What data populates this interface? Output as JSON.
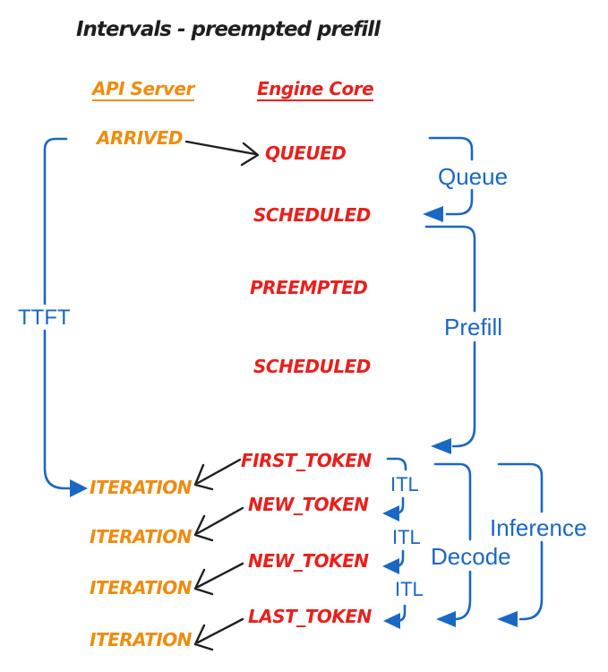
{
  "diagram": {
    "title": "Intervals - preempted prefill",
    "columns": {
      "api_server": "API Server",
      "engine_core": "Engine Core"
    },
    "api_events": {
      "arrived": "ARRIVED",
      "iterations": [
        "ITERATION",
        "ITERATION",
        "ITERATION",
        "ITERATION"
      ]
    },
    "engine_events": {
      "queued": "QUEUED",
      "scheduled_1": "SCHEDULED",
      "preempted": "PREEMPTED",
      "scheduled_2": "SCHEDULED",
      "first_token": "FIRST_TOKEN",
      "new_token_1": "NEW_TOKEN",
      "new_token_2": "NEW_TOKEN",
      "last_token": "LAST_TOKEN"
    },
    "intervals": {
      "ttft": "TTFT",
      "queue": "Queue",
      "prefill": "Prefill",
      "itl": [
        "ITL",
        "ITL",
        "ITL"
      ],
      "decode": "Decode",
      "inference": "Inference"
    }
  },
  "colors": {
    "c-orange": "#ef8c0d",
    "c-red": "#e8201c",
    "c-blue": "#1a67c4",
    "c-ink": "#1f1f1f",
    "c-bg": "#ffffff"
  }
}
